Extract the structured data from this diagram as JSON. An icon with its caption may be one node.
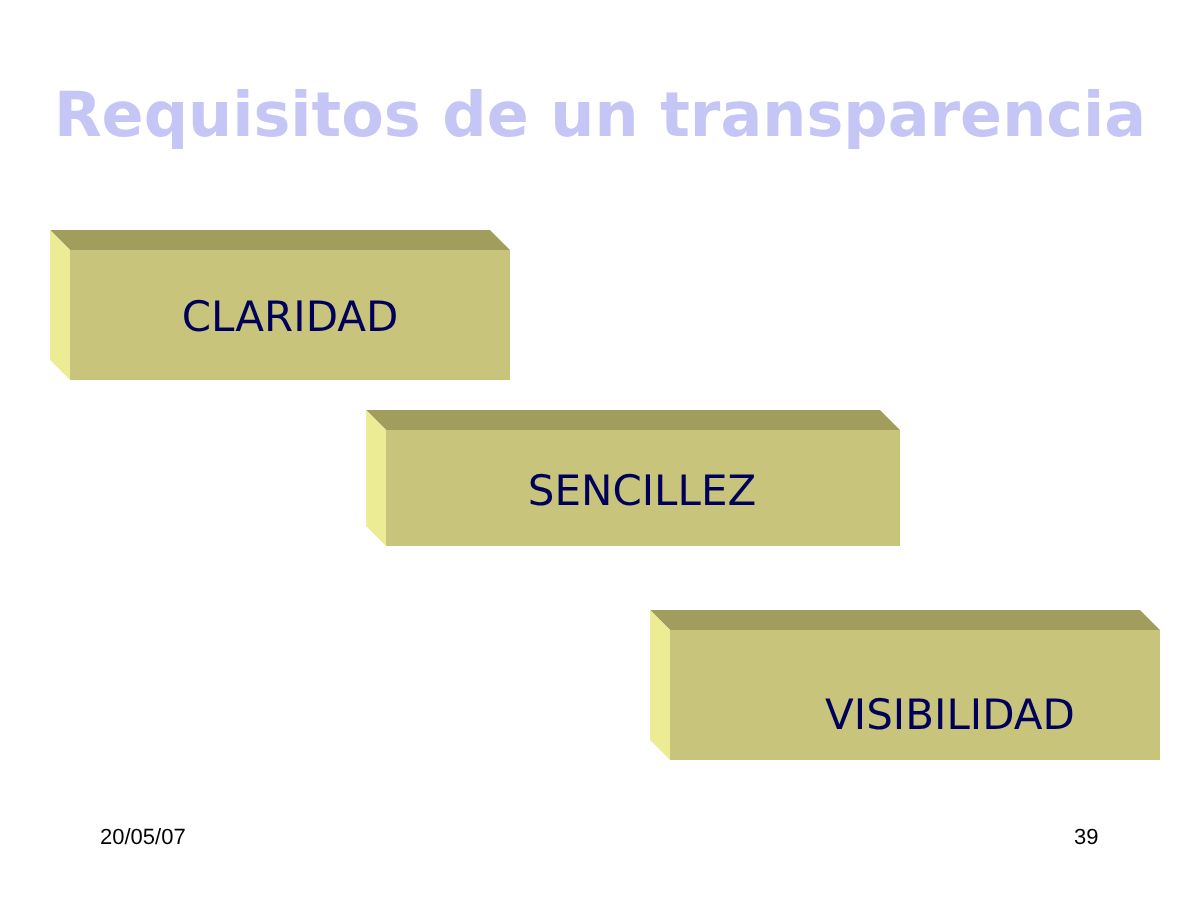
{
  "diagram": {
    "title": "Requisitos de un transparencia",
    "nodes": [
      {
        "text": [
          "CLARIDAD"
        ]
      },
      {
        "text": [
          "SENCILLEZ"
        ]
      },
      {
        "text": [
          "VISIBILIDAD"
        ]
      }
    ],
    "labels": [
      "20/05/07",
      "39"
    ]
  }
}
